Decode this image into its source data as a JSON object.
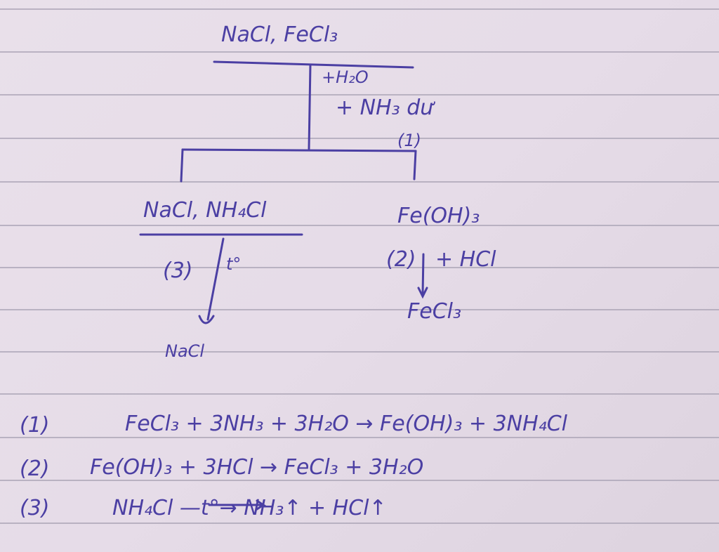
{
  "ink_color": "#4b3fa3",
  "diagram": {
    "start": "NaCl, FeCl₃",
    "reagent_water": "+H₂O",
    "reagent_ammonia": "+ NH₃ dư",
    "step1_label": "(1)",
    "left_product": "NaCl, NH₄Cl",
    "right_product": "Fe(OH)₃",
    "step3_label": "(3)",
    "heat_label": "t°",
    "step2_label": "(2)",
    "reagent_hcl": "+ HCl",
    "recovered_fecl3": "FeCl₃",
    "recovered_nacl": "NaCl"
  },
  "equations": [
    {
      "num": "(1)",
      "text": "FeCl₃ + 3NH₃ + 3H₂O → Fe(OH)₃ + 3NH₄Cl"
    },
    {
      "num": "(2)",
      "text": "Fe(OH)₃ + 3HCl → FeCl₃ + 3H₂O"
    },
    {
      "num": "(3)",
      "text": "NH₄Cl —t°→ NH₃↑ + HCl↑"
    }
  ]
}
